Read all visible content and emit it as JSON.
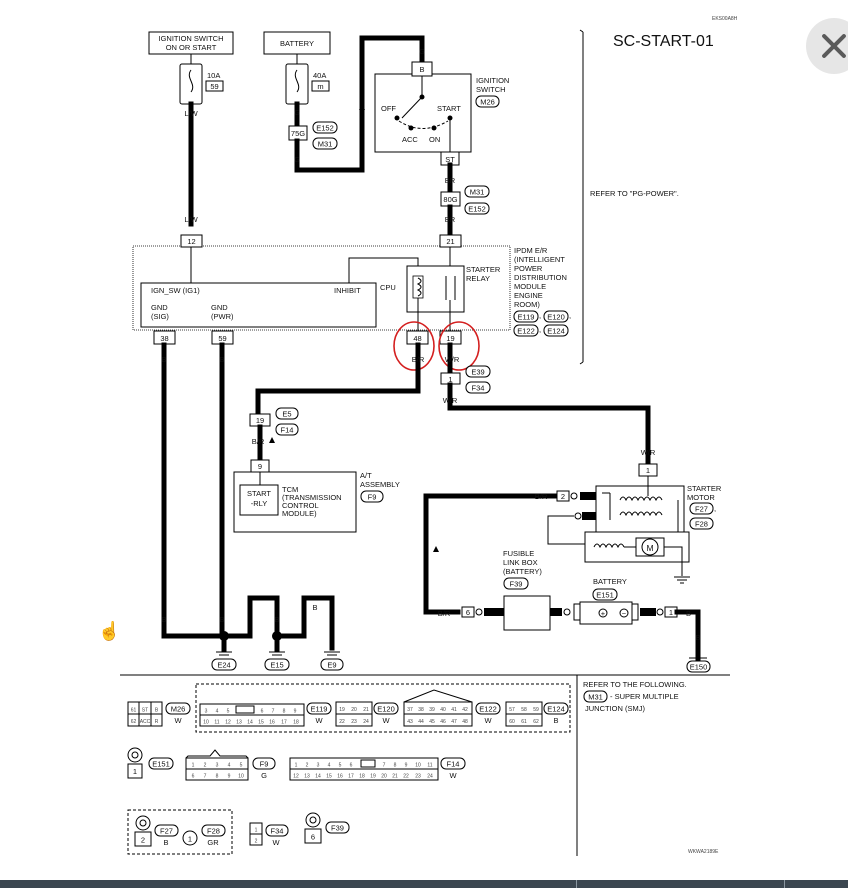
{
  "title": "SC-START-01",
  "doc_code_top": "EKS00A8H",
  "doc_code_bottom": "WKWA2189E",
  "ignition_switch_label": [
    "IGNITION SWITCH",
    "ON OR START"
  ],
  "battery_box_label": "BATTERY",
  "fuse_ign": {
    "rating": "10A",
    "number": "59"
  },
  "fuse_batt": {
    "rating": "40A",
    "number": "m"
  },
  "wire_colors": {
    "lw": "L/W",
    "g": "G",
    "br": "BR",
    "b": "B",
    "br_r": "B/R",
    "wr": "W/R"
  },
  "ign_switch": {
    "title": [
      "IGNITION",
      "SWITCH"
    ],
    "conn": "M26",
    "pin": "B",
    "st": "ST",
    "off": "OFF",
    "acc": "ACC",
    "on": "ON",
    "start": "START"
  },
  "joint_75g": {
    "pin": "75G",
    "c1": "E152",
    "c2": "M31"
  },
  "joint_80g": {
    "pin": "80G",
    "c1": "M31",
    "c2": "E152"
  },
  "ipdm": {
    "title": [
      "IPDM E/R",
      "(INTELLIGENT",
      "POWER",
      "DISTRIBUTION",
      "MODULE",
      "ENGINE",
      "ROOM)"
    ],
    "conns": [
      "E119",
      "E120",
      "E122",
      "E124"
    ],
    "ign_sw": "IGN_SW (IG1)",
    "inhibit": "INHIBIT",
    "cpu": "CPU",
    "starter_relay": [
      "STARTER",
      "RELAY"
    ],
    "gnd_sig": [
      "GND",
      "(SIG)"
    ],
    "gnd_pwr": [
      "GND",
      "(PWR)"
    ],
    "pins": {
      "p12": "12",
      "p21": "21",
      "p38": "38",
      "p59": "59",
      "p48": "48",
      "p19": "19"
    }
  },
  "refer_pg": "REFER TO \"PG-POWER\".",
  "inline_e39_f34": {
    "pin": "1",
    "c1": "E39",
    "c2": "F34"
  },
  "inline_e5_f14": {
    "pin": "19",
    "c1": "E5",
    "c2": "F14"
  },
  "tcm": {
    "pin": "9",
    "start_rly": [
      "START",
      "-RLY"
    ],
    "desc": [
      "TCM",
      "(TRANSMISSION",
      "CONTROL",
      "MODULE)"
    ],
    "assembly": [
      "A/T",
      "ASSEMBLY"
    ],
    "conn": "F9"
  },
  "starter_motor": {
    "title": [
      "STARTER",
      "MOTOR"
    ],
    "c1": "F27",
    "c2": "F28",
    "pin1": "1",
    "pin2": "2",
    "m": "M"
  },
  "fusible_link": {
    "title": [
      "FUSIBLE",
      "LINK BOX",
      "(BATTERY)"
    ],
    "conn": "F39",
    "pin": "6"
  },
  "battery": {
    "title": "BATTERY",
    "conn": "E151",
    "pin": "1"
  },
  "grounds": [
    "E24",
    "E15",
    "E9",
    "E150"
  ],
  "refer_following": [
    "REFER TO THE FOLLOWING.",
    "- SUPER MULTIPLE",
    "JUNCTION (SMJ)"
  ],
  "refer_conn": "M31",
  "connector_list": [
    {
      "code": "M26",
      "color": "W"
    },
    {
      "code": "E119",
      "color": "W"
    },
    {
      "code": "E120",
      "color": "W"
    },
    {
      "code": "E122",
      "color": "W"
    },
    {
      "code": "E124",
      "color": "B"
    },
    {
      "code": "E151",
      "color": ""
    },
    {
      "code": "F9",
      "color": "G"
    },
    {
      "code": "F14",
      "color": "W"
    },
    {
      "code": "F27",
      "color": "B"
    },
    {
      "code": "F28",
      "color": "GR"
    },
    {
      "code": "F34",
      "color": "W"
    },
    {
      "code": "F39",
      "color": ""
    }
  ],
  "conn_faces": {
    "m26": [
      [
        "61",
        "ST",
        "B"
      ],
      [
        "62",
        "ACC",
        "R"
      ]
    ],
    "e119": [
      [
        "3",
        "4",
        "5",
        "",
        "6",
        "7",
        "8",
        "9"
      ],
      [
        "10",
        "11",
        "12",
        "13",
        "14",
        "15",
        "16",
        "17",
        "18"
      ]
    ],
    "e120": [
      [
        "19",
        "20",
        "21"
      ],
      [
        "22",
        "23",
        "24"
      ]
    ],
    "e122": [
      [
        "37",
        "38",
        "39",
        "40",
        "41",
        "42"
      ],
      [
        "43",
        "44",
        "45",
        "46",
        "47",
        "48"
      ]
    ],
    "e124": [
      [
        "57",
        "58",
        "59"
      ],
      [
        "60",
        "61",
        "62"
      ]
    ],
    "f9": [
      [
        "1",
        "2",
        "3",
        "4",
        "5"
      ],
      [
        "6",
        "7",
        "8",
        "9",
        "10"
      ]
    ],
    "f14": [
      [
        "1",
        "2",
        "3",
        "4",
        "5",
        "6",
        "",
        "7",
        "8",
        "9",
        "10",
        "11"
      ],
      [
        "12",
        "13",
        "14",
        "15",
        "16",
        "17",
        "18",
        "19",
        "20",
        "21",
        "22",
        "23",
        "24"
      ]
    ],
    "e151_pin": "1",
    "f27_pin": "2",
    "f28_pin": "1",
    "f34_pins": [
      "1",
      "2"
    ],
    "f39_pin": "6"
  }
}
